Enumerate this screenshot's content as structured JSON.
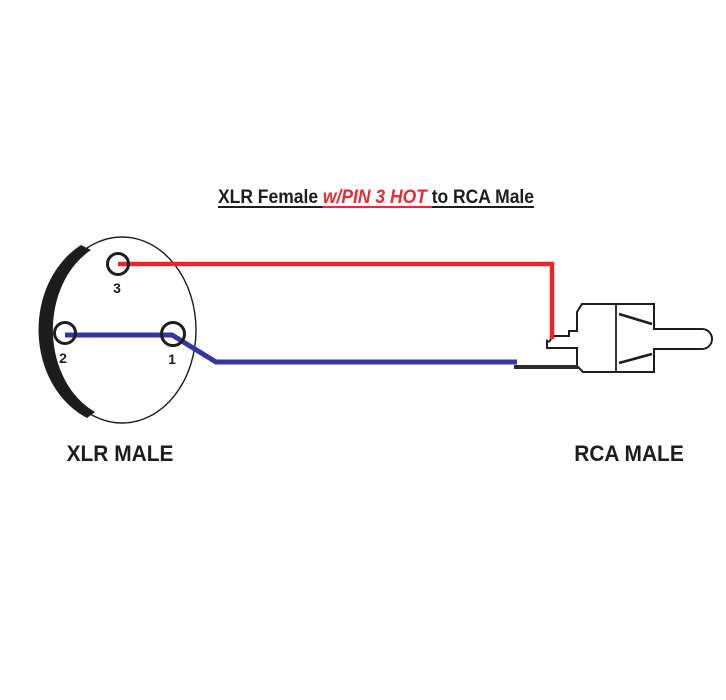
{
  "title": {
    "part1": "XLR Female ",
    "part2": "w/PIN 3 HOT ",
    "part3": "to RCA Male"
  },
  "connectors": {
    "xlr": {
      "label": "XLR MALE",
      "pin_top": "3",
      "pin_left": "2",
      "pin_right": "1"
    },
    "rca": {
      "label": "RCA MALE"
    }
  },
  "colors": {
    "accent_red": "#ea2a30",
    "hot_wire": "#e8262c",
    "signal_wire": "#3635a2",
    "shield_wire": "#2b2b2b",
    "outline": "#1d1d1d"
  }
}
